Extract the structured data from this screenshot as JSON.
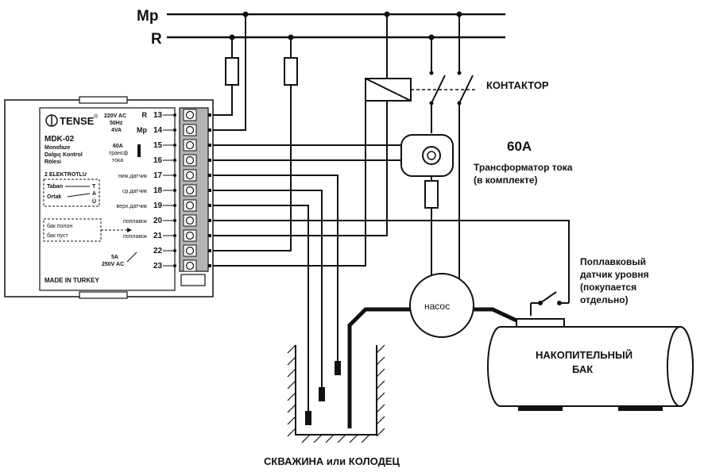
{
  "bus": {
    "neutral": "Mp",
    "phase": "R"
  },
  "relay": {
    "brand": "TENSE",
    "trademark": "®",
    "supply_line1": "220V AC",
    "supply_line2": "50Hz",
    "supply_line3": "4VA",
    "model": "MDK-02",
    "desc1": "Monofaze",
    "desc2": "Dalgıç Kontrol",
    "desc3": "Rölesi",
    "electrodes": "2 ELEKTROTLU",
    "taban": "Taban",
    "ortak": "Ortak",
    "t": "T",
    "a": "A",
    "u": "Ü",
    "ct_amp": "60A",
    "ct_label1": "трансф",
    "ct_label2": "тока",
    "full": "бак полон",
    "empty": "бак пуст",
    "contact_line1": "5A",
    "contact_line2": "250V AC",
    "made_in": "MADE IN TURKEY",
    "terminals": [
      {
        "name": "R",
        "num": "13"
      },
      {
        "name": "Mp",
        "num": "14"
      },
      {
        "name": "",
        "num": "15"
      },
      {
        "name": "",
        "num": "16"
      },
      {
        "name": "ниж.датчик",
        "num": "17"
      },
      {
        "name": "ср.датчик",
        "num": "18"
      },
      {
        "name": "верх.датчик",
        "num": "19"
      },
      {
        "name": "поплавок",
        "num": "20"
      },
      {
        "name": "поплавок",
        "num": "21"
      },
      {
        "name": "",
        "num": "22"
      },
      {
        "name": "",
        "num": "23"
      }
    ]
  },
  "labels": {
    "contactor": "КОНТАКТОР",
    "ct_rating": "60A",
    "ct_title1": "Трансформатор тока",
    "ct_title2": "(в комплекте)",
    "float1": "Поплавковый",
    "float2": "датчик уровня",
    "float3": "(покупается",
    "float4": "отдельно)",
    "pump": "насос",
    "tank1": "НАКОПИТЕЛЬНЫЙ",
    "tank2": "БАК",
    "well": "СКВАЖИНА или КОЛОДЕЦ"
  }
}
